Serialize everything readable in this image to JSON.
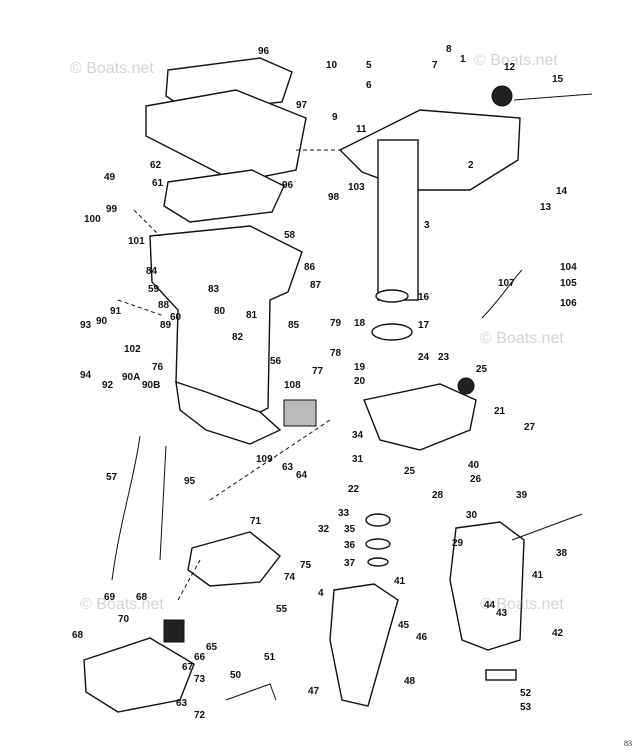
{
  "watermark": "© Boats.net",
  "page_number": "83",
  "callouts": [
    {
      "id": "c96a",
      "text": "96"
    },
    {
      "id": "c97",
      "text": "97"
    },
    {
      "id": "c62",
      "text": "62"
    },
    {
      "id": "c61",
      "text": "61"
    },
    {
      "id": "c49",
      "text": "49"
    },
    {
      "id": "c96b",
      "text": "96"
    },
    {
      "id": "c99",
      "text": "99"
    },
    {
      "id": "c100",
      "text": "100"
    },
    {
      "id": "c101",
      "text": "101"
    },
    {
      "id": "c58",
      "text": "58"
    },
    {
      "id": "c84",
      "text": "84"
    },
    {
      "id": "c86",
      "text": "86"
    },
    {
      "id": "c87",
      "text": "87"
    },
    {
      "id": "c59",
      "text": "59"
    },
    {
      "id": "c83",
      "text": "83"
    },
    {
      "id": "c88",
      "text": "88"
    },
    {
      "id": "c91",
      "text": "91"
    },
    {
      "id": "c90",
      "text": "90"
    },
    {
      "id": "c93",
      "text": "93"
    },
    {
      "id": "c89",
      "text": "89"
    },
    {
      "id": "c60",
      "text": "60"
    },
    {
      "id": "c80",
      "text": "80"
    },
    {
      "id": "c81",
      "text": "81"
    },
    {
      "id": "c85",
      "text": "85"
    },
    {
      "id": "c79",
      "text": "79"
    },
    {
      "id": "c82",
      "text": "82"
    },
    {
      "id": "c102",
      "text": "102"
    },
    {
      "id": "c77",
      "text": "77"
    },
    {
      "id": "c78",
      "text": "78"
    },
    {
      "id": "c94",
      "text": "94"
    },
    {
      "id": "c76",
      "text": "76"
    },
    {
      "id": "c92",
      "text": "92"
    },
    {
      "id": "c90a",
      "text": "90A"
    },
    {
      "id": "c90b",
      "text": "90B"
    },
    {
      "id": "c56",
      "text": "56"
    },
    {
      "id": "c108",
      "text": "108"
    },
    {
      "id": "c109",
      "text": "109"
    },
    {
      "id": "c63a",
      "text": "63"
    },
    {
      "id": "c64",
      "text": "64"
    },
    {
      "id": "c57",
      "text": "57"
    },
    {
      "id": "c95",
      "text": "95"
    },
    {
      "id": "c71",
      "text": "71"
    },
    {
      "id": "c75",
      "text": "75"
    },
    {
      "id": "c74",
      "text": "74"
    },
    {
      "id": "c69",
      "text": "69"
    },
    {
      "id": "c68a",
      "text": "68"
    },
    {
      "id": "c70",
      "text": "70"
    },
    {
      "id": "c65",
      "text": "65"
    },
    {
      "id": "c68b",
      "text": "68"
    },
    {
      "id": "c66",
      "text": "66"
    },
    {
      "id": "c67",
      "text": "67"
    },
    {
      "id": "c73",
      "text": "73"
    },
    {
      "id": "c63b",
      "text": "63"
    },
    {
      "id": "c72",
      "text": "72"
    },
    {
      "id": "c50",
      "text": "50"
    },
    {
      "id": "c51",
      "text": "51"
    },
    {
      "id": "c47",
      "text": "47"
    },
    {
      "id": "c10",
      "text": "10"
    },
    {
      "id": "c5",
      "text": "5"
    },
    {
      "id": "c8",
      "text": "8"
    },
    {
      "id": "c7",
      "text": "7"
    },
    {
      "id": "c1",
      "text": "1"
    },
    {
      "id": "c12",
      "text": "12"
    },
    {
      "id": "c15",
      "text": "15"
    },
    {
      "id": "c6",
      "text": "6"
    },
    {
      "id": "c9",
      "text": "9"
    },
    {
      "id": "c11",
      "text": "11"
    },
    {
      "id": "c2",
      "text": "2"
    },
    {
      "id": "c103",
      "text": "103"
    },
    {
      "id": "c98",
      "text": "98"
    },
    {
      "id": "c14",
      "text": "14"
    },
    {
      "id": "c13",
      "text": "13"
    },
    {
      "id": "c3",
      "text": "3"
    },
    {
      "id": "c104",
      "text": "104"
    },
    {
      "id": "c105",
      "text": "105"
    },
    {
      "id": "c106",
      "text": "106"
    },
    {
      "id": "c107",
      "text": "107"
    },
    {
      "id": "c16",
      "text": "16"
    },
    {
      "id": "c18",
      "text": "18"
    },
    {
      "id": "c17",
      "text": "17"
    },
    {
      "id": "c19",
      "text": "19"
    },
    {
      "id": "c20",
      "text": "20"
    },
    {
      "id": "c24",
      "text": "24"
    },
    {
      "id": "c23",
      "text": "23"
    },
    {
      "id": "c25a",
      "text": "25"
    },
    {
      "id": "c21",
      "text": "21"
    },
    {
      "id": "c27",
      "text": "27"
    },
    {
      "id": "c34",
      "text": "34"
    },
    {
      "id": "c31",
      "text": "31"
    },
    {
      "id": "c25b",
      "text": "25"
    },
    {
      "id": "c40",
      "text": "40"
    },
    {
      "id": "c26",
      "text": "26"
    },
    {
      "id": "c22",
      "text": "22"
    },
    {
      "id": "c33",
      "text": "33"
    },
    {
      "id": "c28",
      "text": "28"
    },
    {
      "id": "c39",
      "text": "39"
    },
    {
      "id": "c32",
      "text": "32"
    },
    {
      "id": "c35",
      "text": "35"
    },
    {
      "id": "c30",
      "text": "30"
    },
    {
      "id": "c36",
      "text": "36"
    },
    {
      "id": "c29",
      "text": "29"
    },
    {
      "id": "c37",
      "text": "37"
    },
    {
      "id": "c38",
      "text": "38"
    },
    {
      "id": "c41a",
      "text": "41"
    },
    {
      "id": "c41b",
      "text": "41"
    },
    {
      "id": "c55",
      "text": "55"
    },
    {
      "id": "c4",
      "text": "4"
    },
    {
      "id": "c44",
      "text": "44"
    },
    {
      "id": "c43",
      "text": "43"
    },
    {
      "id": "c42",
      "text": "42"
    },
    {
      "id": "c45",
      "text": "45"
    },
    {
      "id": "c46",
      "text": "46"
    },
    {
      "id": "c48",
      "text": "48"
    },
    {
      "id": "c52",
      "text": "52"
    },
    {
      "id": "c53",
      "text": "53"
    }
  ]
}
